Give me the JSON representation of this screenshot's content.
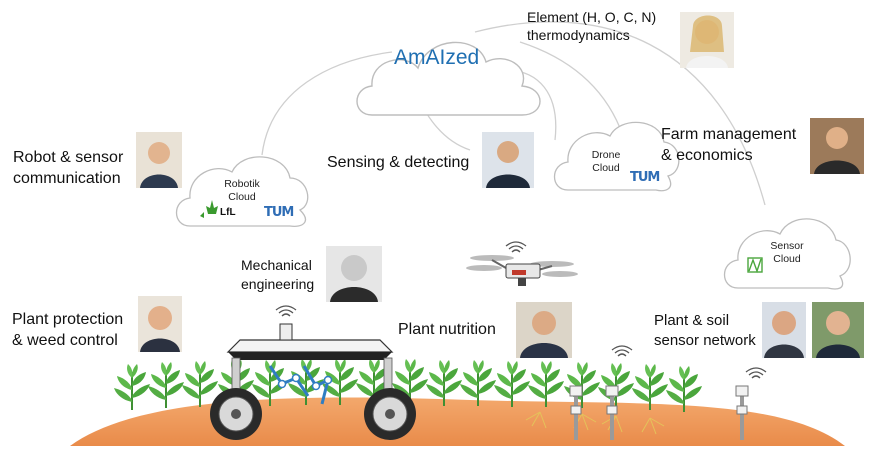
{
  "title": "AmAIzed",
  "colors": {
    "accent": "#1f6fb2",
    "soil": "#ef9a5c",
    "plant": "#4aa63c",
    "sensor_logo": "#4aa63c",
    "robot_arm": "#2f7dc2"
  },
  "clouds": {
    "robotik": {
      "line1": "Robotik",
      "line2": "Cloud",
      "logos": [
        "LfL",
        "TUM"
      ]
    },
    "drone": {
      "line1": "Drone",
      "line2": "Cloud",
      "logo": "TUM"
    },
    "sensor": {
      "line1": "Sensor",
      "line2": "Cloud"
    }
  },
  "logos": {
    "lfl": "LfL",
    "tum": "TUM"
  },
  "labels": {
    "robot_comm": {
      "line1": "Robot & sensor",
      "line2": "communication"
    },
    "sensing": "Sensing & detecting",
    "element": {
      "line1": "Element (H, O, C, N)",
      "line2": "thermodynamics"
    },
    "farm": {
      "line1": "Farm management",
      "line2": "& economics"
    },
    "mechanical": {
      "line1": "Mechanical",
      "line2": "engineering"
    },
    "plant_protection": {
      "line1": "Plant protection",
      "line2": "& weed control"
    },
    "plant_nutrition": "Plant nutrition",
    "plant_soil": {
      "line1": "Plant & soil",
      "line2": "sensor network"
    }
  },
  "icons": [
    "person-photo-icon",
    "drone-icon",
    "robot-icon",
    "sensor-pole-icon",
    "plant-icon",
    "wifi-signal-icon"
  ]
}
